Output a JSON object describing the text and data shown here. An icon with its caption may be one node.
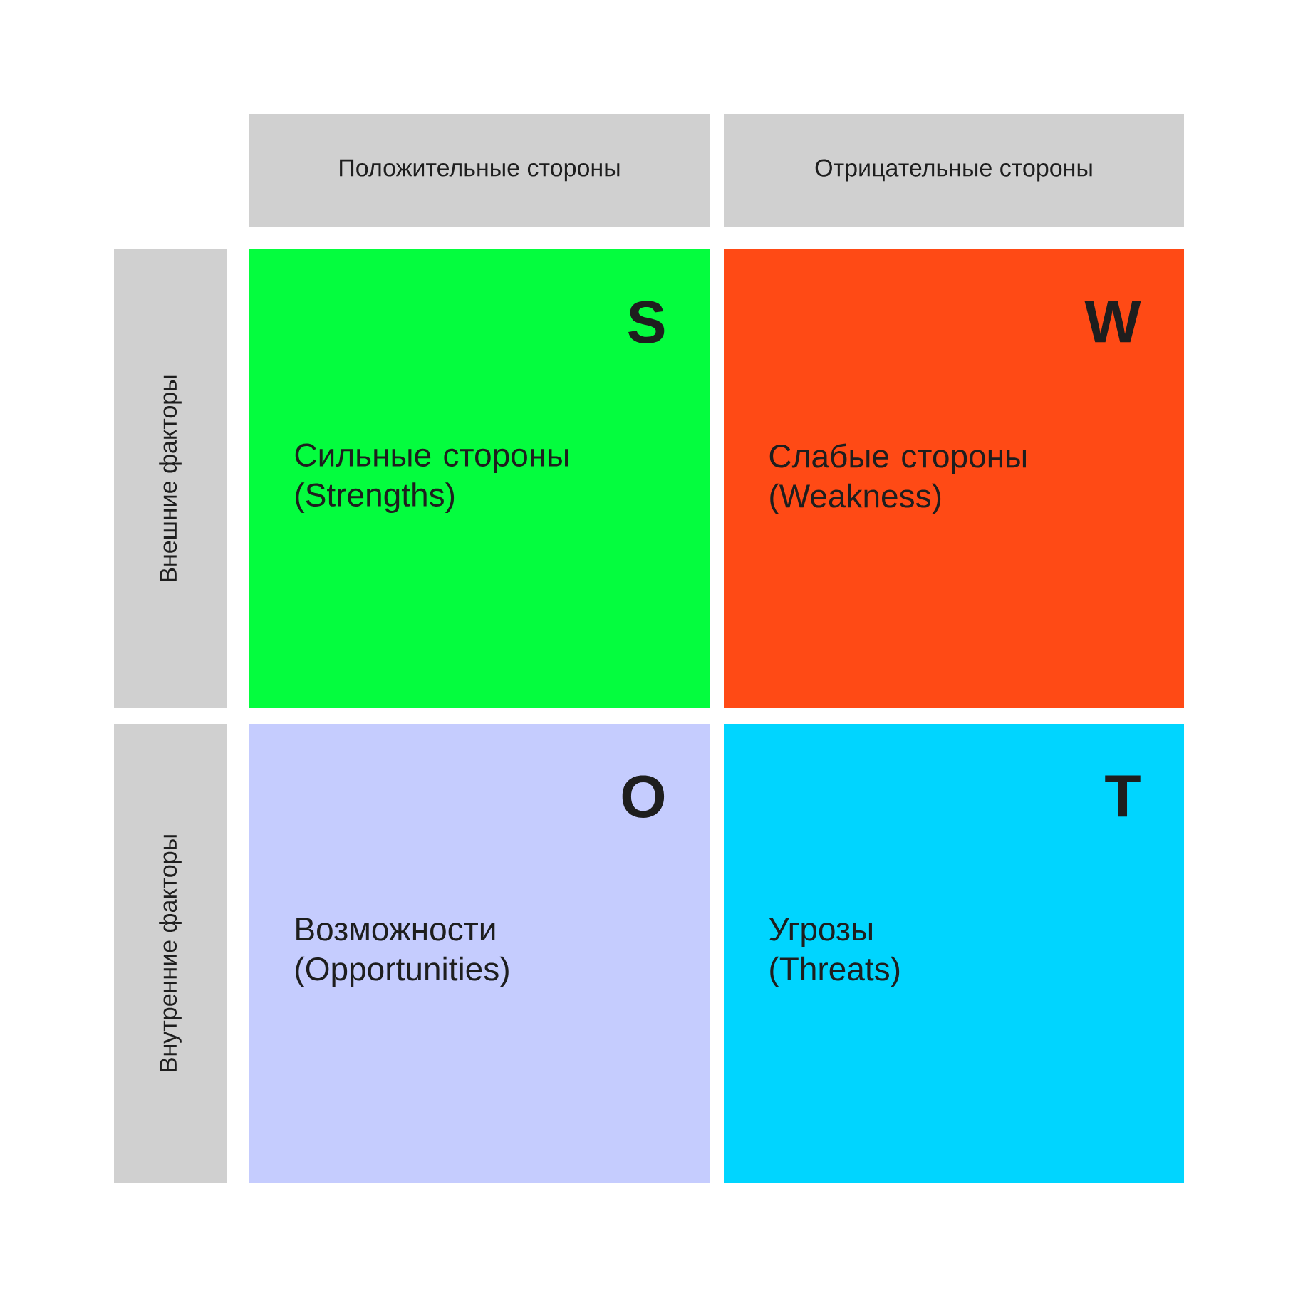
{
  "diagram": {
    "nodes": [
      {
        "text": [
          "Положительные стороны"
        ]
      },
      {
        "text": [
          "Отрицательные стороны"
        ]
      },
      {
        "text": [
          "Внешние факторы"
        ]
      },
      {
        "text": [
          "Внутренние факторы"
        ]
      },
      {
        "text": [
          "S",
          "Сильные стороны (Strengths)"
        ]
      },
      {
        "text": [
          "W",
          "Слабые стороны (Weakness)"
        ]
      },
      {
        "text": [
          "O",
          "Возможности (Opportunities)"
        ]
      },
      {
        "text": [
          "T",
          "Угрозы (Threats)"
        ]
      }
    ]
  }
}
